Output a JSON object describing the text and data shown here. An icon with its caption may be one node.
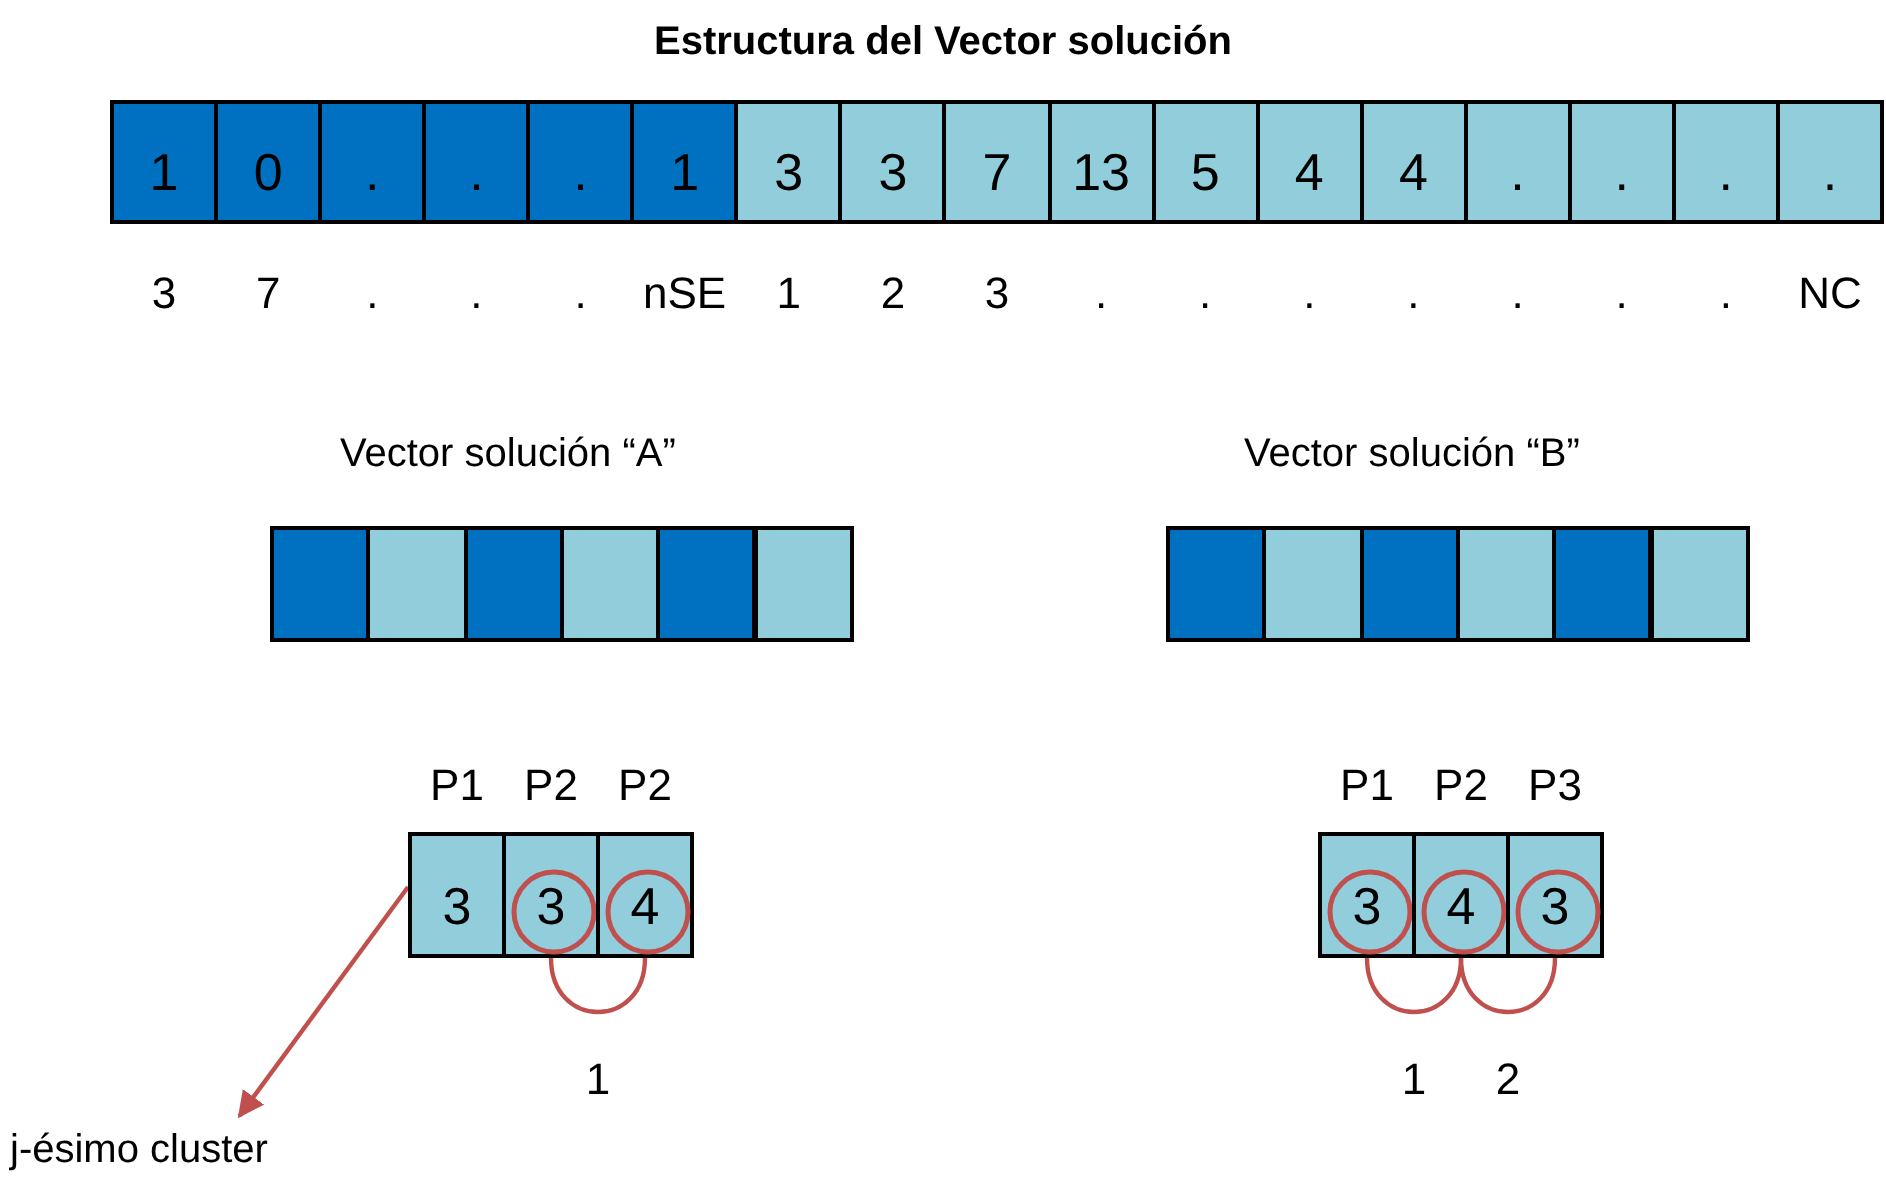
{
  "diagram": {
    "title": "Estructura del Vector solución",
    "nodes": [
      {
        "text": [
          "1"
        ],
        "beside": [
          "3"
        ]
      },
      {
        "text": [
          "0"
        ],
        "beside": [
          "7"
        ]
      },
      {
        "text": [
          "."
        ],
        "beside": [
          "."
        ]
      },
      {
        "text": [
          "."
        ],
        "beside": [
          "."
        ]
      },
      {
        "text": [
          "."
        ],
        "beside": [
          "."
        ]
      },
      {
        "text": [
          "1"
        ],
        "beside": [
          "nSE"
        ]
      },
      {
        "text": [
          "3"
        ],
        "beside": [
          "1"
        ]
      },
      {
        "text": [
          "3"
        ],
        "beside": [
          "2"
        ]
      },
      {
        "text": [
          "7"
        ],
        "beside": [
          "3"
        ]
      },
      {
        "text": [
          "13"
        ],
        "beside": [
          "."
        ]
      },
      {
        "text": [
          "5"
        ],
        "beside": [
          "."
        ]
      },
      {
        "text": [
          "4"
        ],
        "beside": [
          "."
        ]
      },
      {
        "text": [
          "4"
        ],
        "beside": [
          "."
        ]
      },
      {
        "text": [
          "."
        ],
        "beside": [
          "."
        ]
      },
      {
        "text": [
          "."
        ],
        "beside": [
          "."
        ]
      },
      {
        "text": [
          "."
        ],
        "beside": [
          "."
        ]
      },
      {
        "text": [
          "."
        ],
        "beside": [
          "NC"
        ]
      },
      {
        "text": [],
        "shape": "box"
      },
      {
        "text": [],
        "shape": "box"
      },
      {
        "text": [],
        "shape": "box"
      },
      {
        "text": [],
        "shape": "box"
      },
      {
        "text": [],
        "shape": "box"
      },
      {
        "text": [],
        "shape": "box"
      },
      {
        "text": [],
        "shape": "box"
      },
      {
        "text": [],
        "shape": "box"
      },
      {
        "text": [],
        "shape": "box"
      },
      {
        "text": [],
        "shape": "box"
      },
      {
        "text": [],
        "shape": "box"
      },
      {
        "text": [],
        "shape": "box"
      },
      {
        "text": [
          "3"
        ],
        "beside": [
          "P1"
        ]
      },
      {
        "text": [
          "3"
        ],
        "beside": [
          "P2"
        ]
      },
      {
        "text": [
          "4"
        ],
        "beside": [
          "P2"
        ]
      },
      {
        "text": [
          "3"
        ],
        "beside": [
          "P1"
        ]
      },
      {
        "text": [
          "4"
        ],
        "beside": [
          "P2"
        ]
      },
      {
        "text": [
          "3"
        ],
        "beside": [
          "P3"
        ]
      },
      {
        "text": [
          "j-ésimo cluster"
        ]
      }
    ],
    "edges": [
      {
        "from": 29,
        "to": 35,
        "arrow": "to"
      },
      {
        "from": 30,
        "to": 31,
        "arrow": "none",
        "label": "1"
      },
      {
        "from": 32,
        "to": 33,
        "arrow": "none",
        "label": "1"
      },
      {
        "from": 33,
        "to": 34,
        "arrow": "none",
        "label": "2"
      }
    ],
    "labels": [
      "Vector solución “A”",
      "Vector solución “B”"
    ]
  }
}
